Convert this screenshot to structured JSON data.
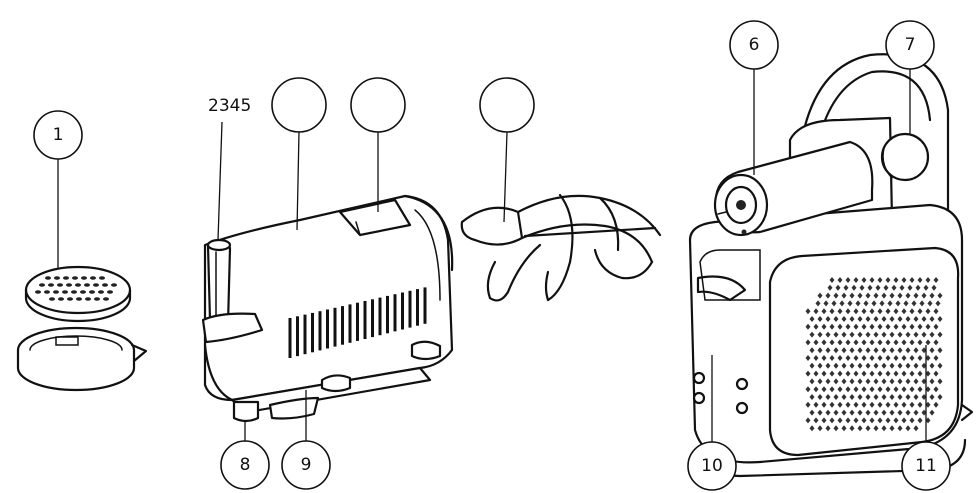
{
  "diagram": {
    "callouts": [
      {
        "id": "1",
        "label": "1"
      },
      {
        "id": "2",
        "label": ""
      },
      {
        "id": "3",
        "label": ""
      },
      {
        "id": "4",
        "label": ""
      },
      {
        "id": "6",
        "label": "6"
      },
      {
        "id": "7",
        "label": "7"
      },
      {
        "id": "8",
        "label": "8"
      },
      {
        "id": "9",
        "label": "9"
      },
      {
        "id": "10",
        "label": "10"
      },
      {
        "id": "11",
        "label": "11"
      }
    ],
    "sequence_label": "2345"
  }
}
